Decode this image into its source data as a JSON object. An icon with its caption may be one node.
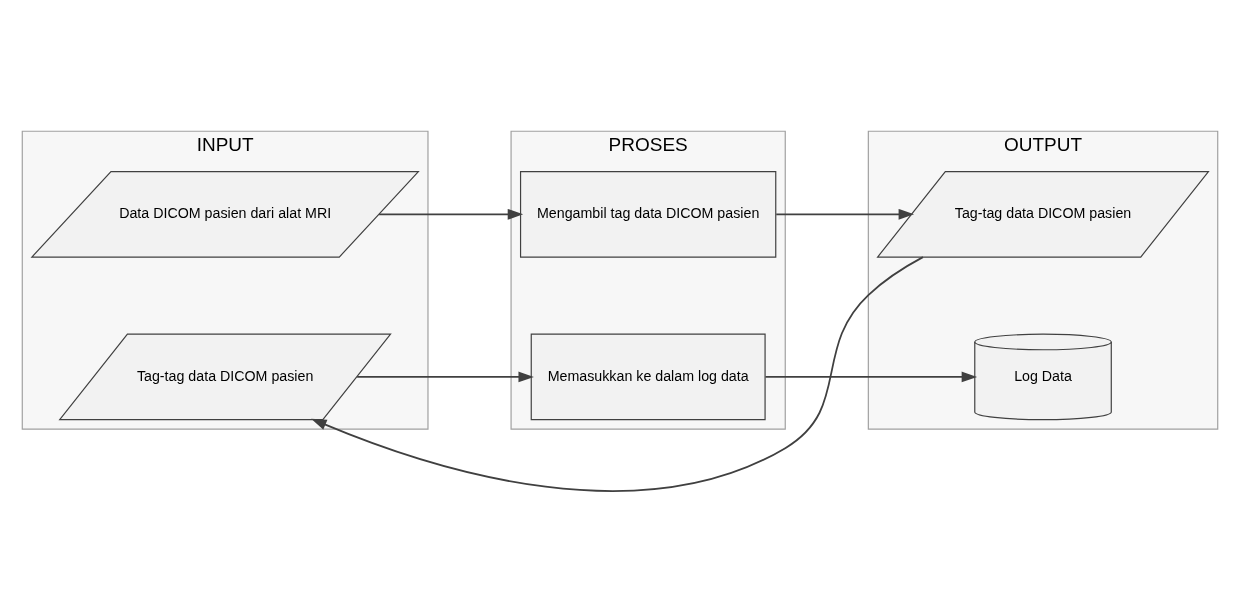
{
  "diagram": {
    "nodes": [
      {
        "text": [
          "INPUT"
        ]
      },
      {
        "text": [
          "PROSES"
        ]
      },
      {
        "text": [
          "OUTPUT"
        ]
      },
      {
        "text": [
          "Data DICOM pasien dari alat MRI"
        ],
        "in": 0
      },
      {
        "text": [
          "Mengambil tag data DICOM pasien"
        ],
        "in": 1
      },
      {
        "text": [
          "Tag-tag data DICOM pasien"
        ],
        "in": 2
      },
      {
        "text": [
          "Tag-tag data DICOM pasien"
        ],
        "in": 0
      },
      {
        "text": [
          "Memasukkan ke dalam log data"
        ],
        "in": 1
      },
      {
        "text": [
          "Log Data"
        ],
        "in": 2
      }
    ],
    "edges": [
      {
        "from": 3,
        "to": 4,
        "arrow": "to"
      },
      {
        "from": 4,
        "to": 5,
        "arrow": "to"
      },
      {
        "from": 5,
        "to": 6,
        "arrow": "to"
      },
      {
        "from": 6,
        "to": 7,
        "arrow": "to"
      },
      {
        "from": 7,
        "to": 8,
        "arrow": "to"
      }
    ]
  }
}
